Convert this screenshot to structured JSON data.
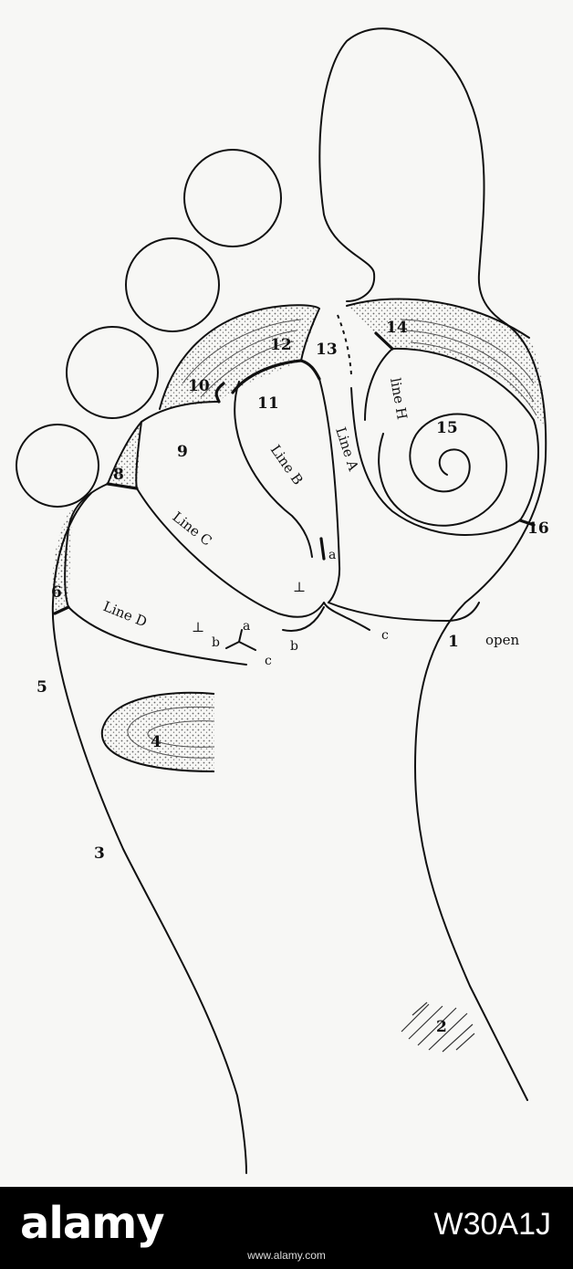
{
  "figure": {
    "labels": {
      "n1": "1",
      "open": "open",
      "n2": "2",
      "n3": "3",
      "n4": "4",
      "n5": "5",
      "n6": "6",
      "n8": "8",
      "n9": "9",
      "n10": "10",
      "n11": "11",
      "n12": "12",
      "n13": "13",
      "n14": "14",
      "n15": "15",
      "n16": "16",
      "lineA": "Line A",
      "lineB": "Line B",
      "lineC": "Line C",
      "lineD": "Line D",
      "lineH": "line H",
      "a1": "a",
      "a2": "a",
      "b1": "b",
      "b2": "b",
      "c1": "c",
      "c2": "c",
      "t1": "⊥",
      "t2": "⊥"
    }
  },
  "footer": {
    "brand": "alamy",
    "stock_id": "W30A1J",
    "meta": "www.alamy.com"
  }
}
